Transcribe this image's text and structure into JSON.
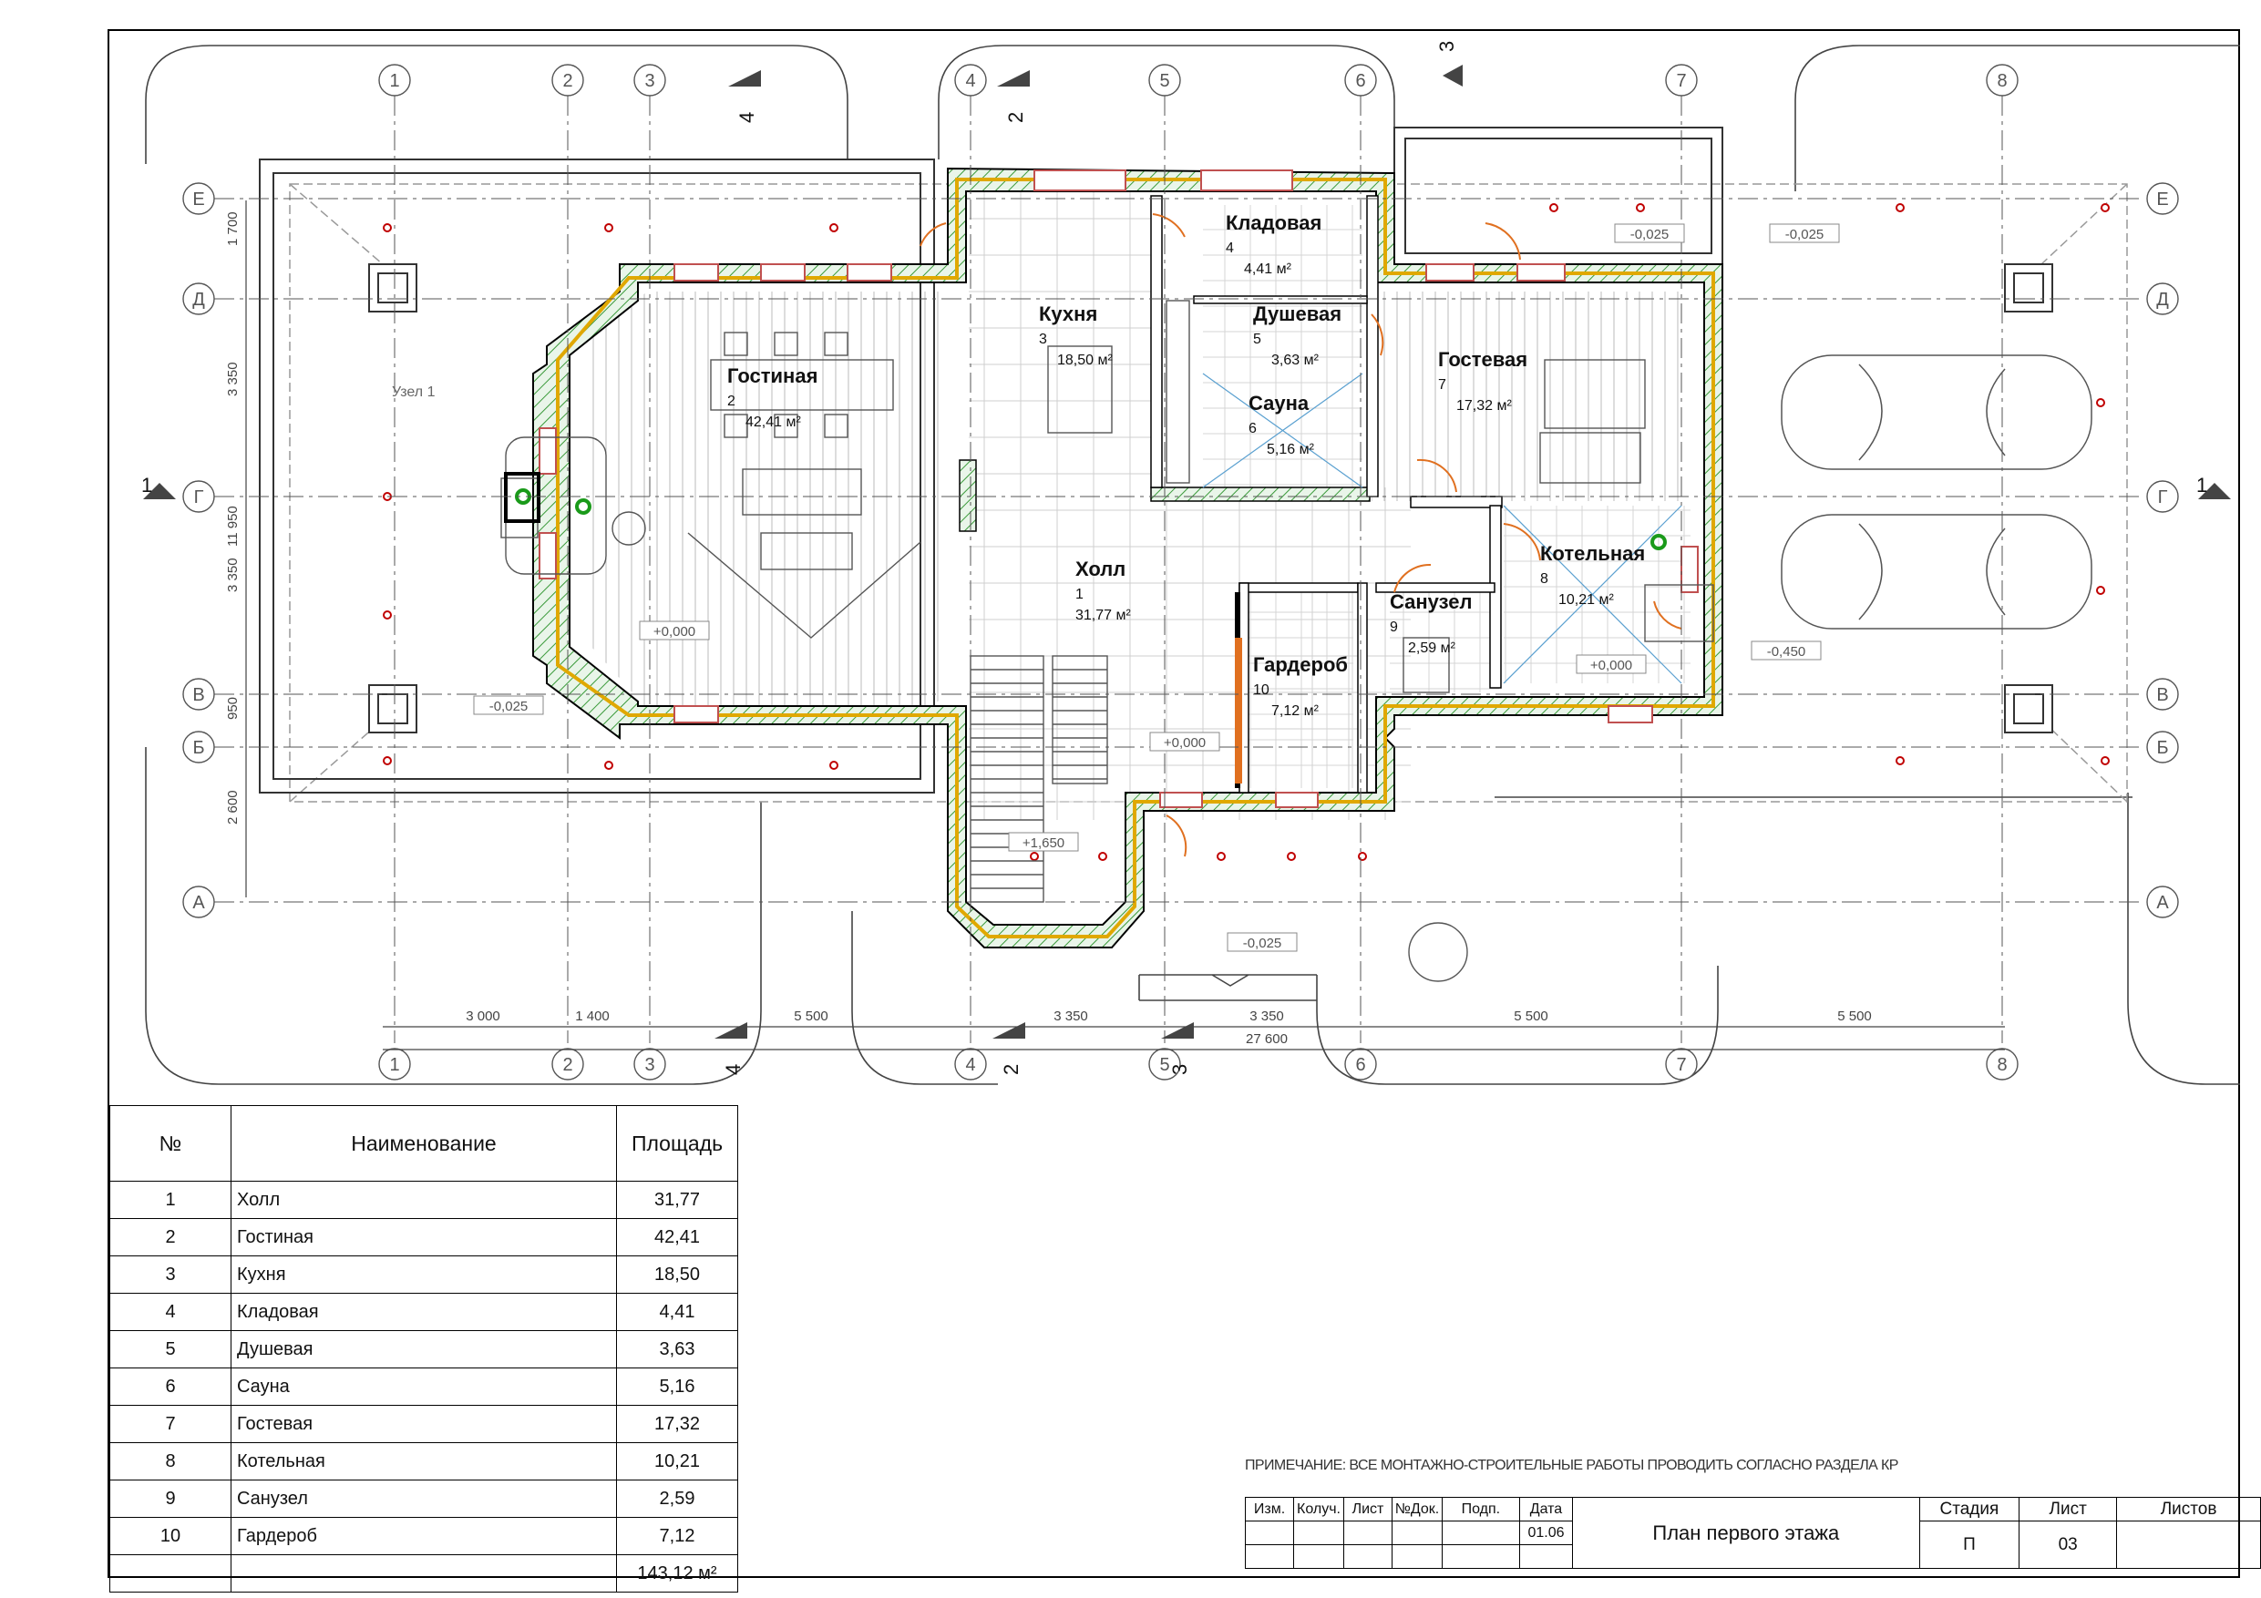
{
  "plan": {
    "axes_numeric": [
      "1",
      "2",
      "3",
      "4",
      "5",
      "6",
      "7",
      "8"
    ],
    "axes_letter": [
      "Е",
      "Д",
      "Г",
      "В",
      "Б",
      "А"
    ],
    "section_marks": [
      "1",
      "1",
      "2",
      "2",
      "3",
      "3",
      "4",
      "4"
    ],
    "node_label": "Узел 1",
    "dims_left": [
      "1 700",
      "3 350",
      "11 950",
      "3 350",
      "950",
      "2 600"
    ],
    "dims_bottom": [
      "3 000",
      "1 400",
      "5 500",
      "3 350",
      "3 350",
      "5 500",
      "5 500"
    ],
    "dim_total": "27 600",
    "levels": [
      "-0,025",
      "-0,025",
      "+0,000",
      "+0,000",
      "+0,000",
      "+1,650",
      "-0,025",
      "-0,025",
      "-0,450"
    ]
  },
  "rooms": [
    {
      "name": "Холл",
      "num": "1",
      "area": "31,77 м²"
    },
    {
      "name": "Гостиная",
      "num": "2",
      "area": "42,41 м²"
    },
    {
      "name": "Кухня",
      "num": "3",
      "area": "18,50 м²"
    },
    {
      "name": "Кладовая",
      "num": "4",
      "area": "4,41 м²"
    },
    {
      "name": "Душевая",
      "num": "5",
      "area": "3,63 м²"
    },
    {
      "name": "Сауна",
      "num": "6",
      "area": "5,16 м²"
    },
    {
      "name": "Гостевая",
      "num": "7",
      "area": "17,32 м²"
    },
    {
      "name": "Котельная",
      "num": "8",
      "area": "10,21 м²"
    },
    {
      "name": "Санузел",
      "num": "9",
      "area": "2,59 м²"
    },
    {
      "name": "Гардероб",
      "num": "10",
      "area": "7,12 м²"
    }
  ],
  "schedule": {
    "headers": [
      "№",
      "Наименование",
      "Площадь"
    ],
    "rows": [
      [
        "1",
        "Холл",
        "31,77"
      ],
      [
        "2",
        "Гостиная",
        "42,41"
      ],
      [
        "3",
        "Кухня",
        "18,50"
      ],
      [
        "4",
        "Кладовая",
        "4,41"
      ],
      [
        "5",
        "Душевая",
        "3,63"
      ],
      [
        "6",
        "Сауна",
        "5,16"
      ],
      [
        "7",
        "Гостевая",
        "17,32"
      ],
      [
        "8",
        "Котельная",
        "10,21"
      ],
      [
        "9",
        "Санузел",
        "2,59"
      ],
      [
        "10",
        "Гардероб",
        "7,12"
      ]
    ],
    "total": "143,12 м²"
  },
  "title_block": {
    "note": "ПРИМЕЧАНИЕ: ВСЕ МОНТАЖНО-СТРОИТЕЛЬНЫЕ РАБОТЫ ПРОВОДИТЬ СОГЛАСНО РАЗДЕЛА КР",
    "col_izm": "Изм.",
    "col_koluch": "Колуч.",
    "col_list": "Лист",
    "col_ndok": "№Док.",
    "col_podp": "Подп.",
    "col_data": "Дата",
    "date_value": "01.06",
    "sheet_title": "План первого этажа",
    "stage_label": "Стадия",
    "sheet_label": "Лист",
    "sheets_label": "Листов",
    "stage_value": "П",
    "sheet_value": "03"
  },
  "colors": {
    "wall_hatch": "#3a9a3a",
    "insulation": "#e0a800",
    "door": "#e07020",
    "window": "#c05050",
    "marker": "#c00000"
  }
}
